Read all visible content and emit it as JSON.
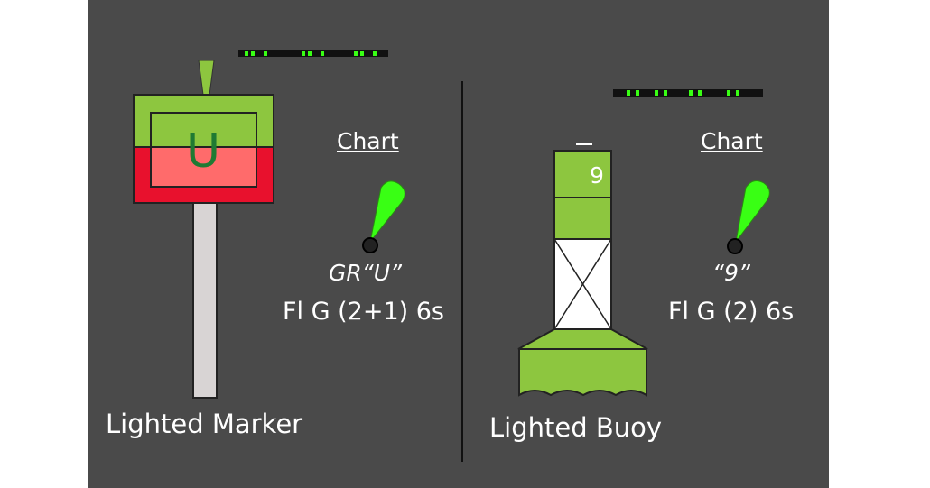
{
  "left": {
    "chart_label": "Chart",
    "designation": "GR“U”",
    "characteristic": "Fl G (2+1) 6s",
    "caption": "Lighted Marker",
    "daymark_letter": "U"
  },
  "right": {
    "chart_label": "Chart",
    "designation": "“9”",
    "characteristic": "Fl G (2) 6s",
    "caption": "Lighted Buoy",
    "buoy_number": "9"
  },
  "colors": {
    "background": "#4a4a4a",
    "green": "#8dc63f",
    "red": "#e8112d",
    "light_flash": "#39ff14",
    "light_pattern_bar": "#111111"
  }
}
